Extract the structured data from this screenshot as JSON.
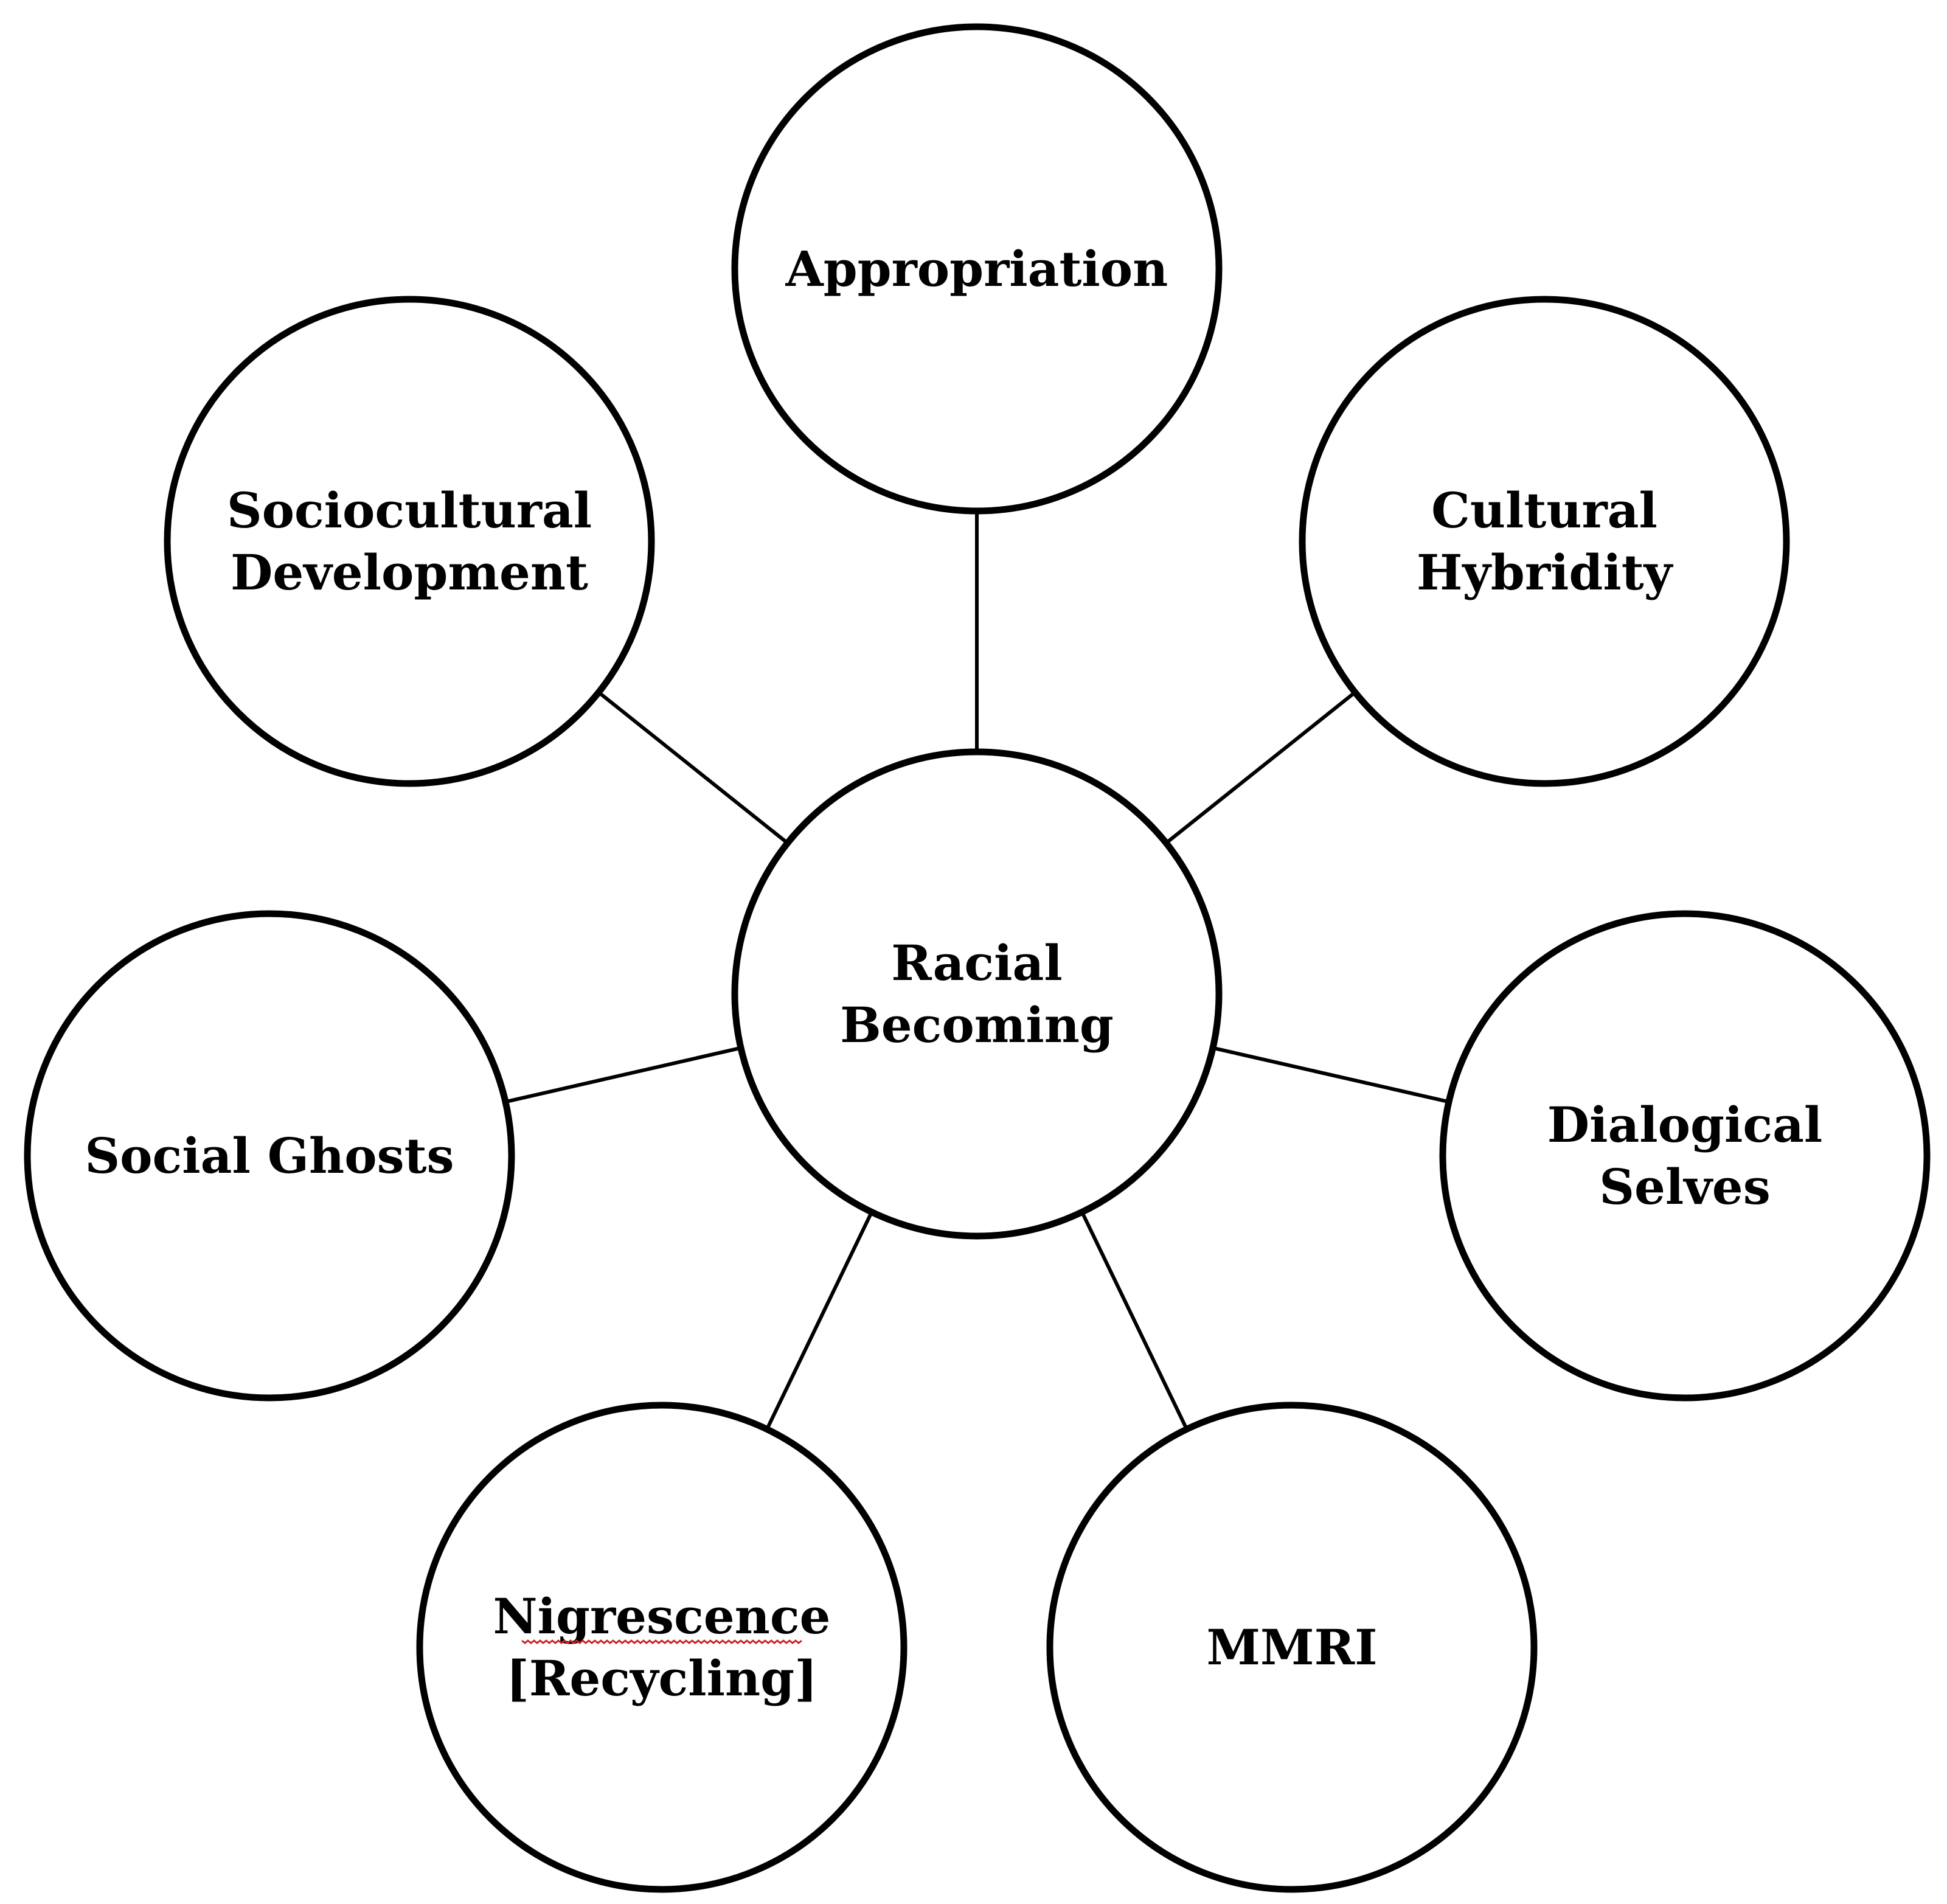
{
  "diagram": {
    "center": {
      "id": "center",
      "lines": [
        "Racial",
        "Becoming"
      ]
    },
    "satellites": [
      {
        "id": "appropriation",
        "lines": [
          "Appropriation"
        ]
      },
      {
        "id": "cultural-hybridity",
        "lines": [
          "Cultural",
          "Hybridity"
        ]
      },
      {
        "id": "dialogical-selves",
        "lines": [
          "Dialogical",
          "Selves"
        ]
      },
      {
        "id": "mmri",
        "lines": [
          "MMRI"
        ]
      },
      {
        "id": "nigrescence",
        "lines": [
          "Nigrescence",
          "[Recycling]"
        ]
      },
      {
        "id": "social-ghosts",
        "lines": [
          "Social Ghosts"
        ]
      },
      {
        "id": "sociocultural-development",
        "lines": [
          "Sociocultural",
          "Development"
        ]
      }
    ],
    "connections": [
      [
        "center",
        "appropriation"
      ],
      [
        "center",
        "cultural-hybridity"
      ],
      [
        "center",
        "dialogical-selves"
      ],
      [
        "center",
        "mmri"
      ],
      [
        "center",
        "nigrescence"
      ],
      [
        "center",
        "social-ghosts"
      ],
      [
        "center",
        "sociocultural-development"
      ]
    ]
  }
}
